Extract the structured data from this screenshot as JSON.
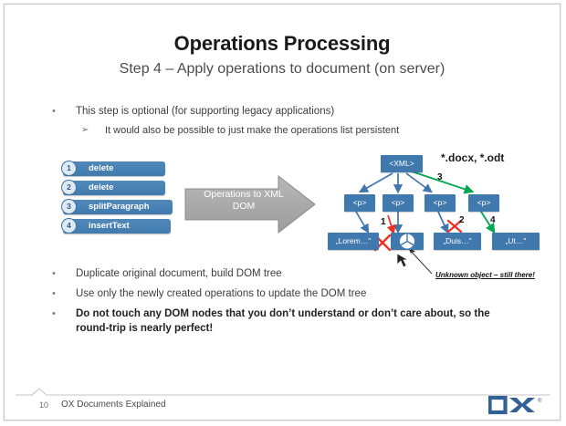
{
  "slide": {
    "title": "Operations Processing",
    "subtitle": "Step 4 – Apply operations to document (on server)",
    "bullets_top": [
      {
        "marker": "•",
        "text": "This step is optional (for supporting legacy applications)"
      },
      {
        "marker": "➢",
        "text": "It would also be possible to just make the operations list persistent"
      }
    ],
    "bullets_bottom": [
      {
        "marker": "•",
        "text": "Duplicate original document, build DOM tree"
      },
      {
        "marker": "•",
        "text": "Use only the newly created operations to update the DOM tree"
      },
      {
        "marker": "•",
        "text": "Do not touch any DOM nodes that you don’t understand or don’t care about, so the round-trip is nearly perfect!"
      }
    ],
    "operations": [
      {
        "num": "1",
        "label": "delete"
      },
      {
        "num": "2",
        "label": "delete"
      },
      {
        "num": "3",
        "label": "splitParagraph"
      },
      {
        "num": "4",
        "label": "insertText"
      }
    ],
    "arrow": {
      "line1": "Operations",
      "line2": "to XML DOM"
    },
    "tree": {
      "root": "<XML>",
      "paragraphs": [
        "<p>",
        "<p>",
        "<p>",
        "<p>"
      ],
      "leaves": [
        "„Lorem…\"",
        "",
        "„Duis…\"",
        "„Ut…\""
      ],
      "object_icon": "unknown-object-icon",
      "format_label": "*.docx, *.odt",
      "edit_numbers": [
        "1",
        "2",
        "3",
        "4"
      ],
      "annotation": "Unknown object – still there!"
    },
    "footer": {
      "page": "10",
      "text": "OX Documents Explained",
      "logo": "ox-logo"
    }
  },
  "colors": {
    "node_blue": "#4079ae",
    "pill_blue": "#417aad",
    "arrow_gray": "#a6a6a6",
    "add_green": "#00a651",
    "delete_red": "#ee3124",
    "logo_blue": "#326295"
  }
}
